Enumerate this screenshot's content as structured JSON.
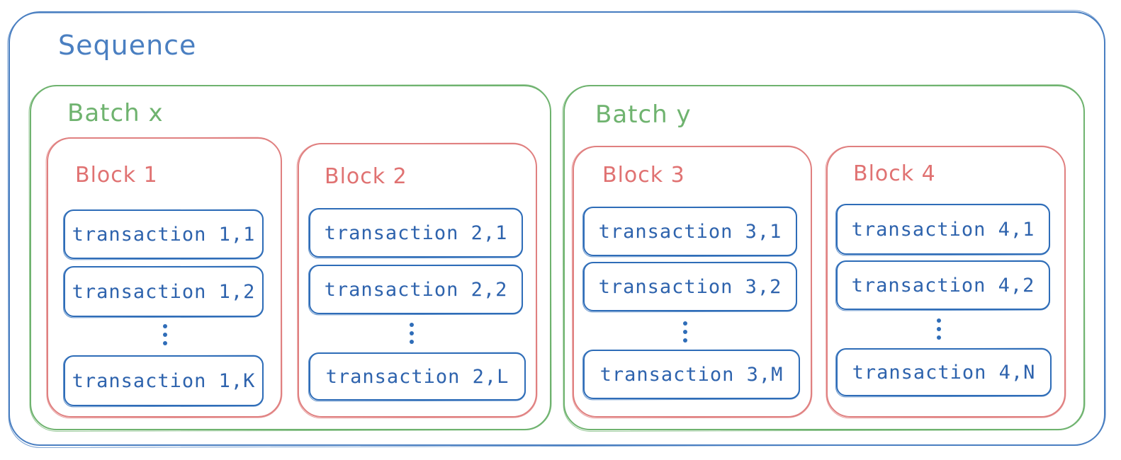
{
  "sequence": {
    "title": "Sequence",
    "batches": [
      {
        "title": "Batch x",
        "blocks": [
          {
            "title": "Block 1",
            "transactions": [
              "transaction 1,1",
              "transaction 1,2",
              "transaction 1,K"
            ]
          },
          {
            "title": "Block 2",
            "transactions": [
              "transaction 2,1",
              "transaction 2,2",
              "transaction 2,L"
            ]
          }
        ]
      },
      {
        "title": "Batch y",
        "blocks": [
          {
            "title": "Block 3",
            "transactions": [
              "transaction 3,1",
              "transaction 3,2",
              "transaction 3,M"
            ]
          },
          {
            "title": "Block 4",
            "transactions": [
              "transaction 4,1",
              "transaction 4,2",
              "transaction 4,N"
            ]
          }
        ]
      }
    ]
  },
  "colors": {
    "sequence": "#4a7fc1",
    "batch": "#6fb36f",
    "block": "#e08080",
    "transaction": "#2f6db8"
  },
  "icons": {
    "ellipsis": "vertical-ellipsis-icon"
  }
}
